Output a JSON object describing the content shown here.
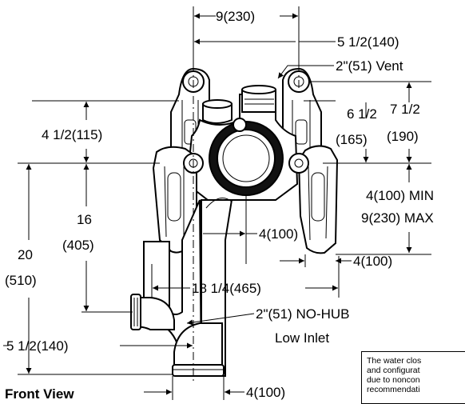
{
  "title": "Front View",
  "labels": {
    "d_9_230": "9(230)",
    "d_5h_140_top": "5 1/2(140)",
    "vent": "2\"(51) Vent",
    "d_6h": "6 1/2",
    "d_165": "(165)",
    "d_7h": "7 1/2",
    "d_190": "(190)",
    "d_4h_115": "4 1/2(115)",
    "d_4_100_min": "4(100) MIN",
    "d_9_230_max": "9(230) MAX",
    "d_16": "16",
    "d_405": "(405)",
    "d_4_100_center": "4(100)",
    "d_4_100_right": "4(100)",
    "d_20": "20",
    "d_510": "(510)",
    "d_18q_465": "18 1/4(465)",
    "nohub": "2\"(51) NO-HUB",
    "low_inlet": "Low Inlet",
    "d_5h_140_bottom": "5 1/2(140)",
    "d_4_100_bottom": "4(100)"
  },
  "note": {
    "line1": "The water clos",
    "line2": "and configurat",
    "line3": "due to noncon",
    "line4": "recommendati"
  }
}
